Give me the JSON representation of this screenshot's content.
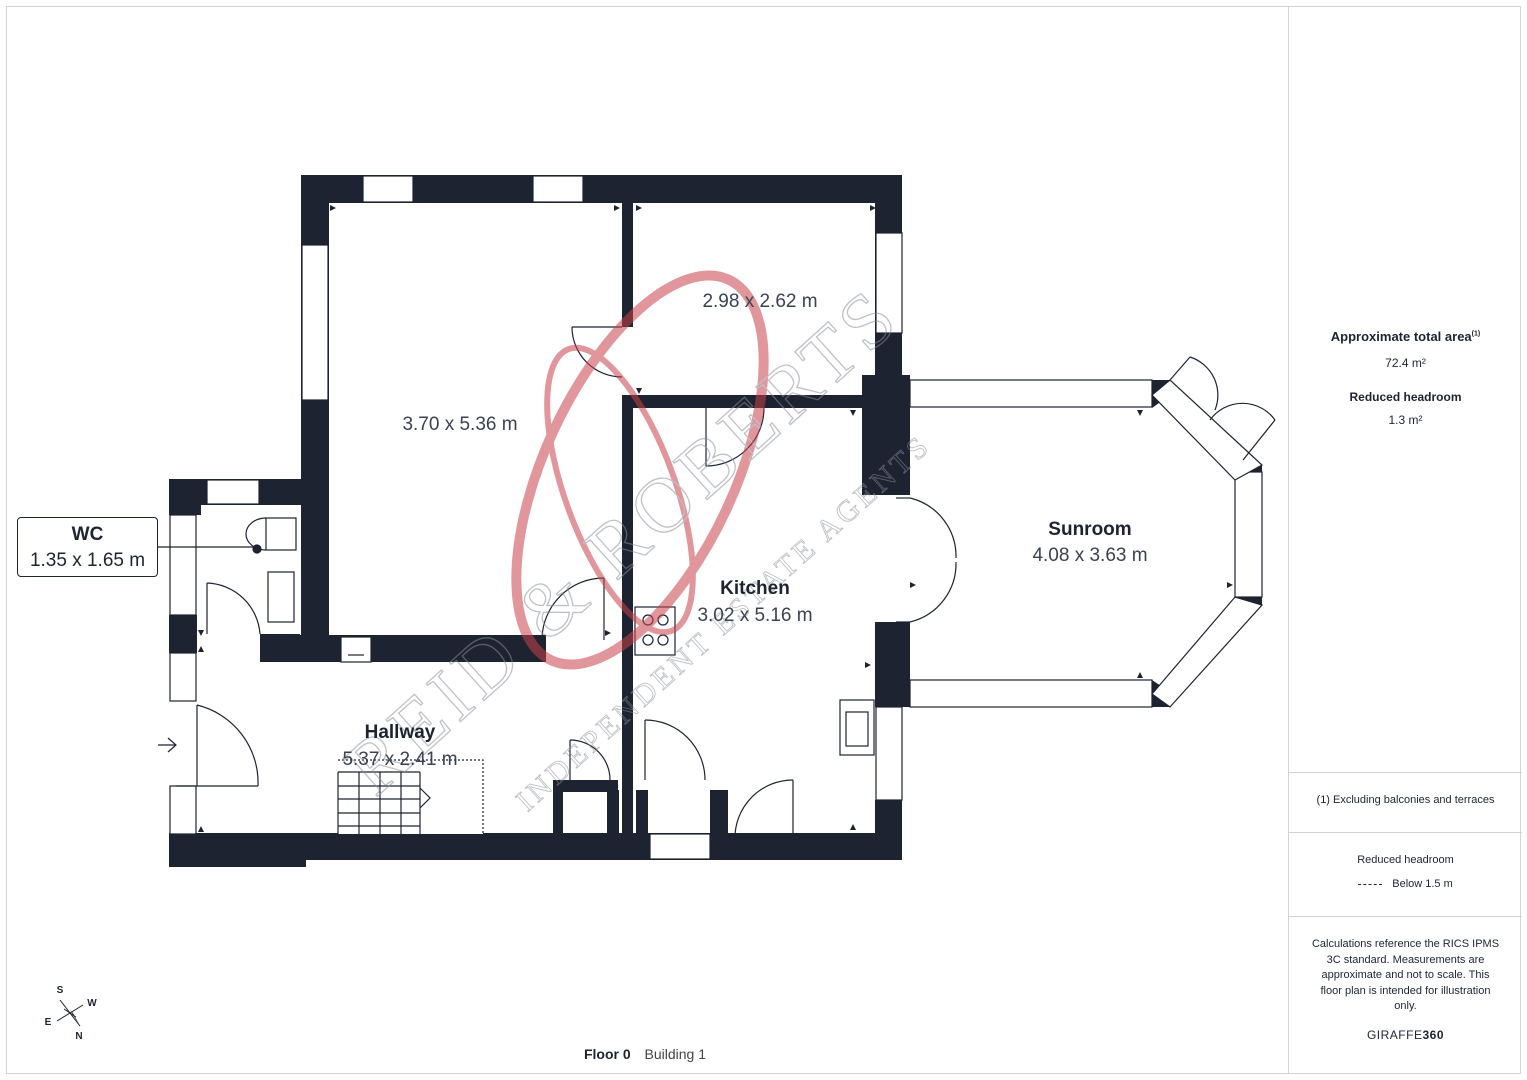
{
  "rooms": {
    "bedroom_large": {
      "dims": "3.70 x 5.36 m"
    },
    "bedroom_small": {
      "dims": "2.98 x 2.62 m"
    },
    "kitchen": {
      "name": "Kitchen",
      "dims": "3.02 x 5.16 m"
    },
    "sunroom": {
      "name": "Sunroom",
      "dims": "4.08 x 3.63 m"
    },
    "hallway": {
      "name": "Hallway",
      "dims": "5.37 x 2.41 m"
    },
    "wc": {
      "name": "WC",
      "dims": "1.35 x 1.65 m"
    }
  },
  "watermark": {
    "main": "REID & ROBERTS",
    "sub": "INDEPENDENT ESTATE AGENTS"
  },
  "compass": {
    "s": "S",
    "w": "W",
    "e": "E",
    "n": "N"
  },
  "footer": {
    "floor": "Floor 0",
    "building": "Building 1"
  },
  "summary": {
    "total_area_label": "Approximate total area",
    "total_area_sup": "(1)",
    "total_area_value": "72.4 m²",
    "reduced_headroom_label": "Reduced headroom",
    "reduced_headroom_value": "1.3 m²",
    "footnote": "(1) Excluding balconies and terraces",
    "legend_title": "Reduced headroom",
    "legend_item": "Below 1.5 m",
    "disclaimer_lines": [
      "Calculations reference the RICS IPMS",
      "3C standard. Measurements are",
      "approximate and not to scale. This",
      "floor plan is intended for illustration",
      "only."
    ],
    "brand_regular": "GIRAFFE",
    "brand_bold": "360"
  },
  "colors": {
    "wall": "#1d2330",
    "watermark": "#c9424a"
  }
}
